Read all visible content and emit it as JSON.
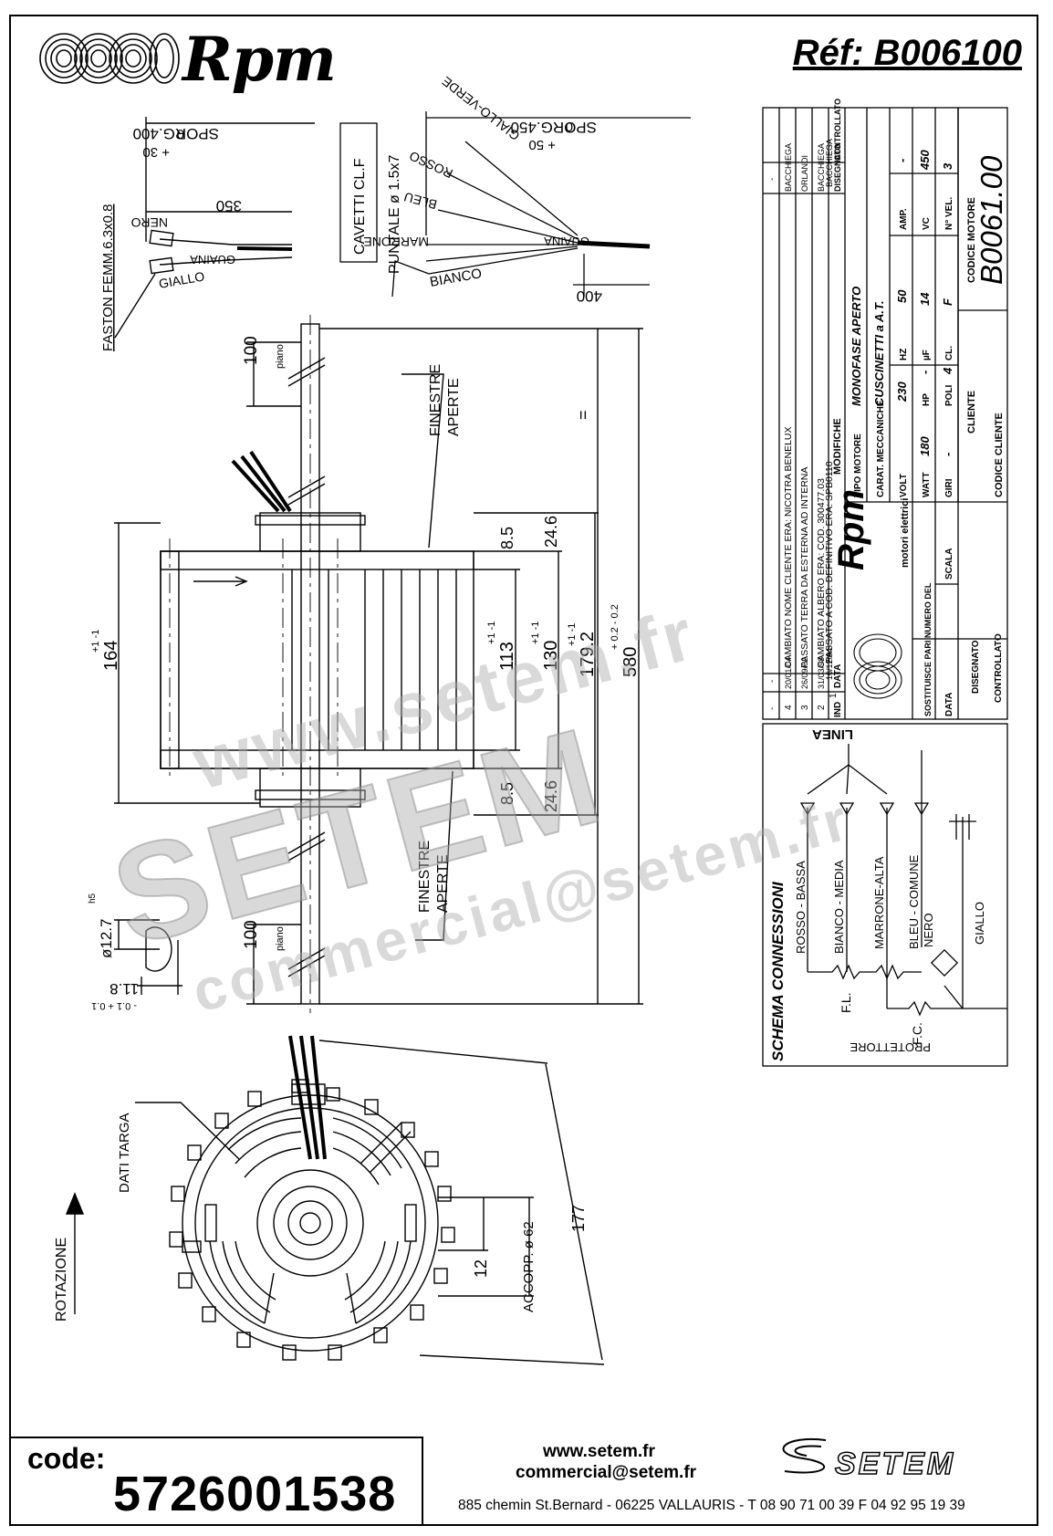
{
  "header": {
    "logo_text": "Rpm",
    "reference": "Réf:  B006100"
  },
  "wires_top_left": {
    "sporg": "SPORG.400",
    "plus": "+ 30",
    "zero": "0",
    "length": "350",
    "nero": "NERO",
    "giallo": "GIALLO",
    "guaina": "GUAINA",
    "faston": "FASTON FEMM.6.3x0.8"
  },
  "wires_top_right": {
    "sporg": "SPORG.450",
    "plus": "+ 50",
    "zero": "0",
    "cavetti": "CAVETTI CL.F",
    "puntale": "PUNTALE ø 1.5x7",
    "bianco": "BIANCO",
    "marrone": "MARRONE",
    "bleu": "BLEU",
    "rosso": "ROSSO",
    "giallo_verde": "GIALLO-VERDE",
    "guaina": "GUAINA",
    "length": "400"
  },
  "side_view": {
    "piano_top": "100",
    "piano_label": "piano",
    "finestre_top_1": "FINESTRE",
    "finestre_top_2": "APERTE",
    "finestre_bot_1": "FINESTRE",
    "finestre_bot_2": "APERTE",
    "dim_164": "164",
    "dim_164_tol": "+1 -1",
    "dim_113": "113",
    "dim_130": "130",
    "dim_179": "179.2",
    "dim_580": "580",
    "dim_580_tol": "+ 0.2 - 0.2",
    "tol_pm1": "+1 -1",
    "dim_8_5": "8.5",
    "dim_24_6": "24.6",
    "equal": "=",
    "shaft_dia": "ø12.7",
    "shaft_h5": "h5",
    "flat": "11.8",
    "flat_tol": "- 0.1  + 0.1",
    "piano_bot": "100"
  },
  "front_view": {
    "dati_targa": "DATI TARGA",
    "rotazione": "ROTAZIONE",
    "dim_177": "177",
    "dim_12": "12",
    "accopp": "ACCOPP. ø 62"
  },
  "connections": {
    "title": "SCHEMA CONNESSIONI",
    "linea": "LINEA",
    "wires": [
      "ROSSO - BASSA",
      "BIANCO - MEDIA",
      "MARRONE-ALTA",
      "BLEU - COMUNE"
    ],
    "nero": "NERO",
    "giallo": "GIALLO",
    "fl": "F.L.",
    "fc": "F.C.",
    "protettore": "PROTETTORE"
  },
  "revisions": {
    "headers": [
      "IND",
      "DATA",
      "MODIFICHE",
      "DISEGNATO",
      "CONTROLLATO"
    ],
    "rows": [
      [
        "4",
        "20/01/04",
        "CAMBIATO NOME CLIENTE ERA: NICOTRA BENELUX",
        "BACCHIEGA",
        ""
      ],
      [
        "3",
        "26/09/02",
        "PASSATO TERRA DA ESTERNA AD INTERNA",
        "ORLANDI",
        ""
      ],
      [
        "2",
        "31/03/98",
        "CAMBIATO ALBERO ERA: COD. 300477.03",
        "BACCHIEGA",
        ""
      ],
      [
        "1",
        "16/12/94",
        "PASSATO A COD. DEFINITIVO ERA: SPB0110",
        "BACCHIEGA",
        ""
      ]
    ],
    "top_row": [
      "-",
      "-",
      "",
      "-",
      ""
    ]
  },
  "title_block": {
    "brand": "Rpm",
    "brand_sub": "motori elettrici",
    "tipo_motore_label": "TIPO MOTORE",
    "tipo_motore": "MONOFASE APERTO",
    "carat_label": "CARAT. MECCANICHE",
    "carat": "CUSCINETTI a A.T.",
    "volt_label": "VOLT",
    "volt": "230",
    "hz_label": "HZ",
    "hz": "50",
    "amp_label": "AMP.",
    "amp": "-",
    "watt_label": "WATT",
    "watt": "180",
    "hp_label": "HP",
    "hp": "-",
    "uf_label": "µF",
    "uf": "14",
    "vc_label": "VC",
    "vc": "450",
    "giri_label": "GIRI",
    "giri": "-",
    "poli_label": "POLI",
    "poli": "4",
    "cl_label": "CL.",
    "cl": "F",
    "nvel_label": "N° VEL.",
    "nvel": "3",
    "cliente_label": "CLIENTE",
    "codice_motore_label": "CODICE MOTORE",
    "codice_motore": "B0061.00",
    "codice_cliente_label": "CODICE CLIENTE",
    "sostituisce_label": "SOSTITUISCE PARI NUMERO DEL",
    "data_label": "DATA",
    "scala_label": "SCALA",
    "disegnato_label": "DISEGNATO",
    "controllato_label": "CONTROLLATO"
  },
  "footer": {
    "code_label": "code:",
    "code_value": "5726001538",
    "website": "www.setem.fr",
    "email": "commercial@setem.fr",
    "address": "885 chemin St.Bernard  -  06225 VALLAURIS  -  T 08 90 71 00 39   F 04 92 95 19 39",
    "setem_logo": "SETEM"
  },
  "watermark": {
    "big": "SETEM",
    "url": "www.setem.fr",
    "mail": "commercial@setem.fr"
  }
}
